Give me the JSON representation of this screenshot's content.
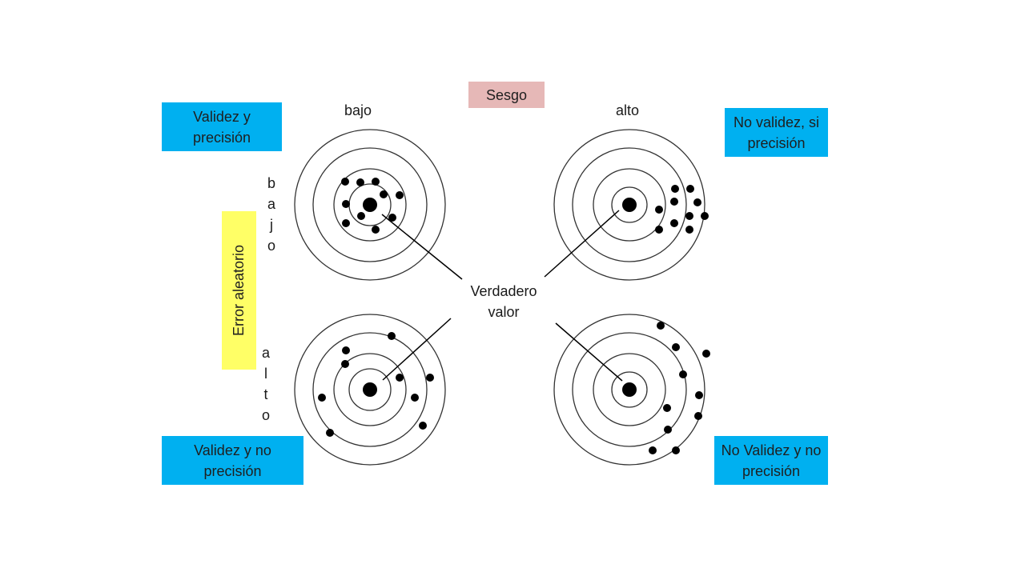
{
  "bias": {
    "title": "Sesgo",
    "low": "bajo",
    "high": "alto"
  },
  "random_error": {
    "title": "Error aleatorio",
    "low_letters": [
      "b",
      "a",
      "j",
      "o"
    ],
    "high_letters": [
      "a",
      "l",
      "t",
      "o"
    ]
  },
  "quadrants": {
    "top_left": "Validez y precisión",
    "top_right": "No validez, si precisión",
    "bottom_left": "Validez y no precisión",
    "bottom_right": "No Validez y no precisión"
  },
  "true_value": {
    "line1": "Verdadero",
    "line2": "valor"
  },
  "colors": {
    "quadrant_box": "#00b0f0",
    "bias_box": "#e6b8b7",
    "error_box": "#ffff66"
  }
}
